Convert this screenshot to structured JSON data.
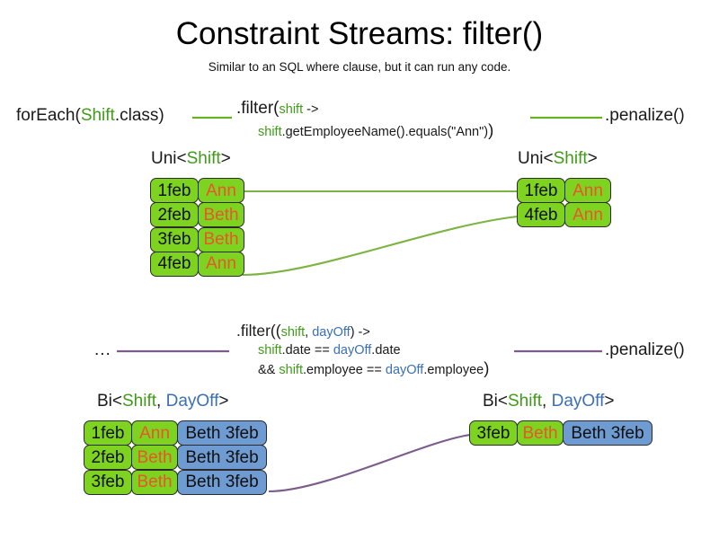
{
  "slide": {
    "title": "Constraint Streams: filter()",
    "subtitle": "Similar to an SQL where clause, but it can run any code."
  },
  "colors": {
    "shift_green": "#7ed321",
    "dayoff_blue": "#6e9bd1",
    "name_orange": "#e8562a",
    "keyword_green": "#3f9c18",
    "keyword_blue": "#3b6fb5",
    "link_green": "#6ab023",
    "link_purple": "#7c5c8a",
    "cell_border": "#2b2b2b",
    "text_black": "#1a1a1a"
  },
  "row1": {
    "source_prefix": "forEach(",
    "source_type": "Shift",
    "source_suffix": ".class)",
    "filter_head": ".filter(",
    "filter_param": "shift",
    "filter_arrow": " ->",
    "filter_body_var": "shift",
    "filter_body_rest": ".getEmployeeName().equals(\"Ann\")",
    "filter_close": ")",
    "sink": ".penalize()",
    "left_label": {
      "prefix": "Uni<",
      "type": "Shift",
      "suffix": ">"
    },
    "right_label": {
      "prefix": "Uni<",
      "type": "Shift",
      "suffix": ">"
    },
    "left_rows": [
      {
        "date": "1feb",
        "name": "Ann"
      },
      {
        "date": "2feb",
        "name": "Beth"
      },
      {
        "date": "3feb",
        "name": "Beth"
      },
      {
        "date": "4feb",
        "name": "Ann"
      }
    ],
    "right_rows": [
      {
        "date": "1feb",
        "name": "Ann"
      },
      {
        "date": "4feb",
        "name": "Ann"
      }
    ]
  },
  "row2": {
    "source_ellipsis": "...",
    "filter_head": ".filter((",
    "filter_param_a": "shift",
    "filter_param_sep": ", ",
    "filter_param_b": "dayOff",
    "filter_arrow": ") ->",
    "filter_line2_a": "shift",
    "filter_line2_b": ".date == ",
    "filter_line2_c": "dayOff",
    "filter_line2_d": ".date",
    "filter_line3_a": "&& ",
    "filter_line3_b": "shift",
    "filter_line3_c": ".employee == ",
    "filter_line3_d": "dayOff",
    "filter_line3_e": ".employee",
    "filter_close": ")",
    "sink": ".penalize()",
    "left_label": {
      "prefix": "Bi<",
      "type_a": "Shift",
      "sep": ", ",
      "type_b": "DayOff",
      "suffix": ">"
    },
    "right_label": {
      "prefix": "Bi<",
      "type_a": "Shift",
      "sep": ", ",
      "type_b": "DayOff",
      "suffix": ">"
    },
    "left_rows": [
      {
        "date": "1feb",
        "name": "Ann",
        "dayoff": "Beth 3feb"
      },
      {
        "date": "2feb",
        "name": "Beth",
        "dayoff": "Beth 3feb"
      },
      {
        "date": "3feb",
        "name": "Beth",
        "dayoff": "Beth 3feb"
      }
    ],
    "right_rows": [
      {
        "date": "3feb",
        "name": "Beth",
        "dayoff": "Beth 3feb"
      }
    ]
  }
}
